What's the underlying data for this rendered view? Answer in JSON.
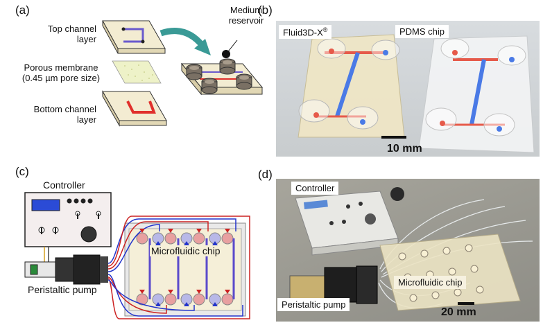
{
  "panels": {
    "a": {
      "label": "(a)",
      "layers": [
        "Top channel\nlayer",
        "Porous membrane\n(0.45 µm pore size)",
        "Bottom channel\nlayer"
      ],
      "reservoir": "Medium\nreservoir"
    },
    "b": {
      "label": "(b)",
      "left_chip": "Fluid3D-X",
      "left_chip_reg": "®",
      "right_chip": "PDMS chip",
      "scale": "10 mm"
    },
    "c": {
      "label": "(c)",
      "controller": "Controller",
      "pump": "Peristaltic pump",
      "chip": "Microfluidic chip"
    },
    "d": {
      "label": "(d)",
      "controller": "Controller",
      "pump": "Peristaltic pump",
      "chip": "Microfluidic chip",
      "scale": "20 mm"
    }
  },
  "colors": {
    "top_channel": "#6a5acd",
    "bottom_channel": "#e0302c",
    "arrow": "#3a9a96",
    "chip_plate": "#f3ecd2",
    "blue_tube": "#2233cc",
    "red_tube": "#cc2222",
    "lcd": "#2b4bd6"
  }
}
